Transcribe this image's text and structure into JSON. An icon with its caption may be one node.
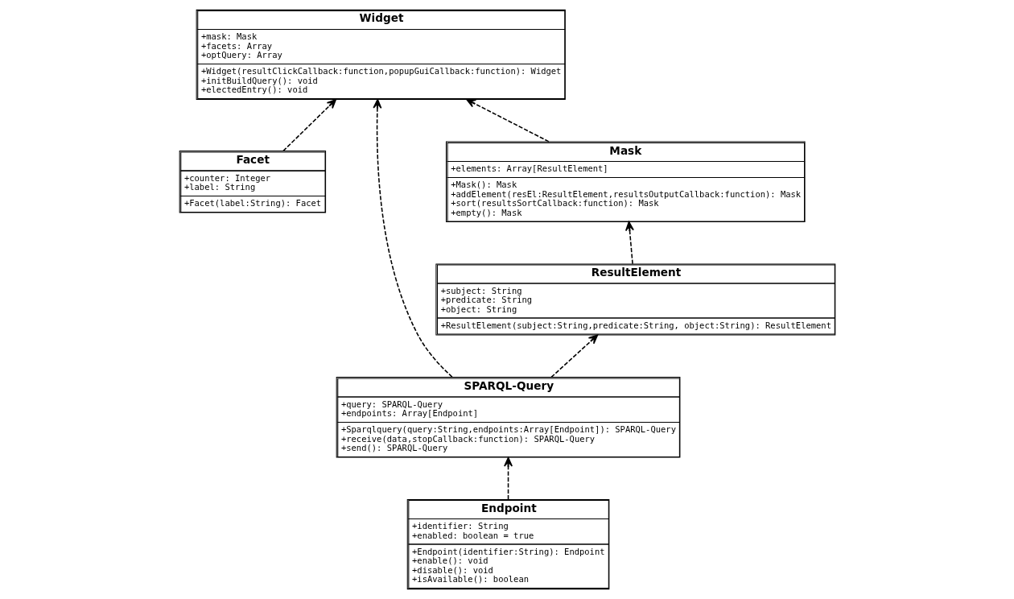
{
  "diagram": {
    "nodes": [
      {
        "text": [
          "Widget",
          "+mask: Mask",
          "+facets: Array",
          "+optQuery: Array",
          "+Widget(resultClickCallback:function,popupGuiCallback:function): Widget",
          "+initBuildQuery(): void",
          "+electedEntry(): void"
        ]
      },
      {
        "text": [
          "Facet",
          "+counter: Integer",
          "+label: String",
          "+Facet(label:String): Facet"
        ]
      },
      {
        "text": [
          "Mask",
          "+elements: Array[ResultElement]",
          "+Mask(): Mask",
          "+addElement(resEl:ResultElement,resultsOutputCallback:function): Mask",
          "+sort(resultsSortCallback:function): Mask",
          "+empty(): Mask"
        ]
      },
      {
        "text": [
          "SPARQL-Query",
          "+query: SPARQL-Query",
          "+endpoints: Array[Endpoint]",
          "+Sparqlquery(query:String,endpoints:Array[Endpoint]): SPARQL-Query",
          "+receive(data,stopCallback:function): SPARQL-Query",
          "+send(): SPARQL-Query"
        ]
      },
      {
        "text": [
          "ResultElement",
          "+subject: String",
          "+predicate: String",
          "+object: String",
          "+ResultElement(subject:String,predicate:String, object:String): ResultElement"
        ]
      },
      {
        "text": [
          "Endpoint",
          "+identifier: String",
          "+enabled: boolean = true",
          "+Endpoint(identifier:String): Endpoint",
          "+enable(): void",
          "+disable(): void",
          "+isAvailable(): boolean"
        ]
      }
    ],
    "edges": [
      {
        "from": 1,
        "to": 0,
        "arrow": "to",
        "style": "dashed"
      },
      {
        "from": 2,
        "to": 0,
        "arrow": "to",
        "style": "dashed"
      },
      {
        "from": 3,
        "to": 0,
        "arrow": "to",
        "style": "dashed"
      },
      {
        "from": 4,
        "to": 2,
        "arrow": "to",
        "style": "dashed"
      },
      {
        "from": 5,
        "to": 3,
        "arrow": "to",
        "style": "dashed"
      },
      {
        "from": 3,
        "to": 4,
        "arrow": "to",
        "style": "dashed"
      }
    ]
  }
}
